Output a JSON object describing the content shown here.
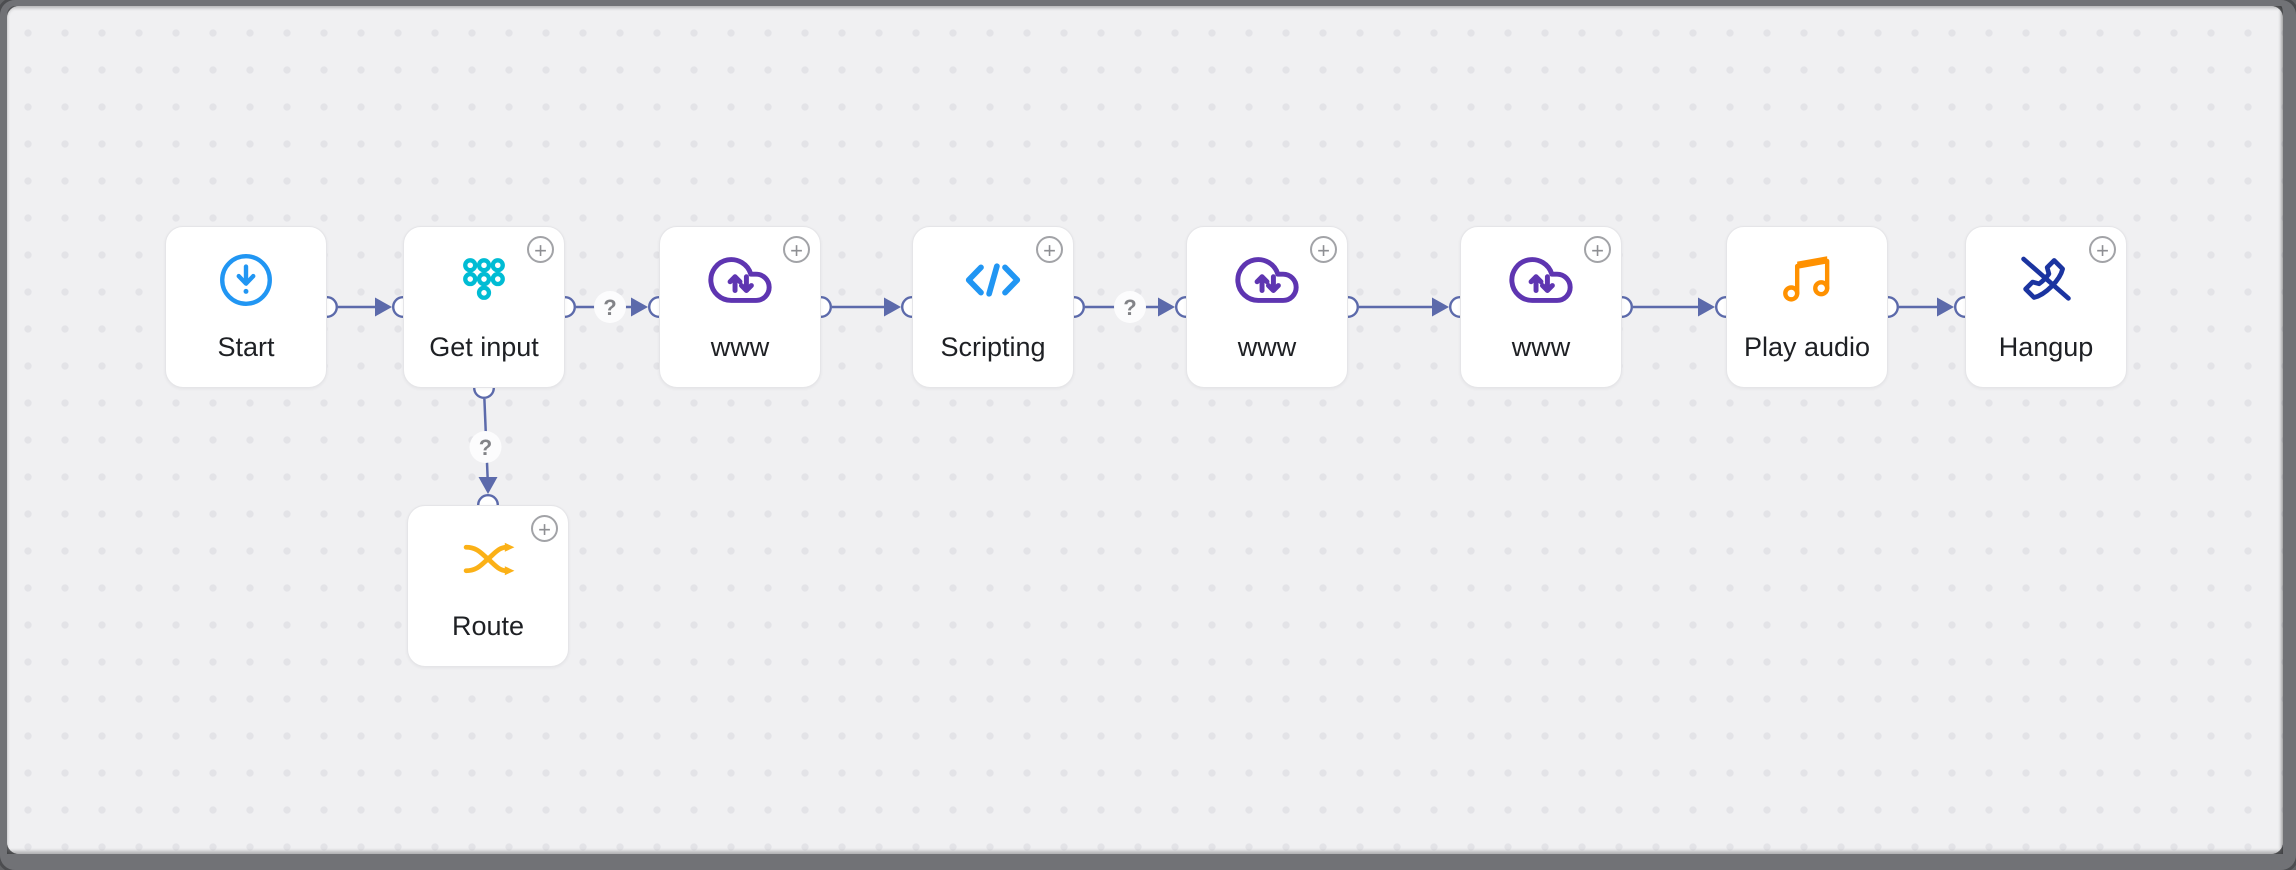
{
  "canvas": {
    "background_color": "#f0f0f2",
    "dot_color": "#e3e3e7",
    "edge_color": "#5c6aab",
    "frame_color": "#717276",
    "add_badge_symbol": "+",
    "nodes": [
      {
        "id": "start",
        "label": "Start",
        "icon": "start-icon",
        "icon_color": "#2196f3",
        "add_badge": false
      },
      {
        "id": "get-input",
        "label": "Get input",
        "icon": "keypad-dots-icon",
        "icon_color": "#00bcd4",
        "add_badge": true
      },
      {
        "id": "www-1",
        "label": "www",
        "icon": "cloud-transfer-icon",
        "icon_color": "#5e35b1",
        "add_badge": true
      },
      {
        "id": "scripting",
        "label": "Scripting",
        "icon": "code-icon",
        "icon_color": "#2196f3",
        "add_badge": true
      },
      {
        "id": "www-2",
        "label": "www",
        "icon": "cloud-transfer-icon",
        "icon_color": "#5e35b1",
        "add_badge": true
      },
      {
        "id": "www-3",
        "label": "www",
        "icon": "cloud-transfer-icon",
        "icon_color": "#5e35b1",
        "add_badge": true
      },
      {
        "id": "play-audio",
        "label": "Play audio",
        "icon": "music-note-icon",
        "icon_color": "#ff9100",
        "add_badge": false
      },
      {
        "id": "hangup",
        "label": "Hangup",
        "icon": "hangup-phone-icon",
        "icon_color": "#1b34a0",
        "add_badge": true
      },
      {
        "id": "route",
        "label": "Route",
        "icon": "shuffle-icon",
        "icon_color": "#fbb117",
        "add_badge": true
      }
    ],
    "edges": [
      {
        "from": "start",
        "to": "get-input",
        "badge": ""
      },
      {
        "from": "get-input",
        "to": "www-1",
        "badge": "?"
      },
      {
        "from": "www-1",
        "to": "scripting",
        "badge": ""
      },
      {
        "from": "scripting",
        "to": "www-2",
        "badge": "?"
      },
      {
        "from": "www-2",
        "to": "www-3",
        "badge": ""
      },
      {
        "from": "www-3",
        "to": "play-audio",
        "badge": ""
      },
      {
        "from": "play-audio",
        "to": "hangup",
        "badge": ""
      },
      {
        "from": "get-input",
        "to": "route",
        "badge": "?"
      }
    ]
  }
}
